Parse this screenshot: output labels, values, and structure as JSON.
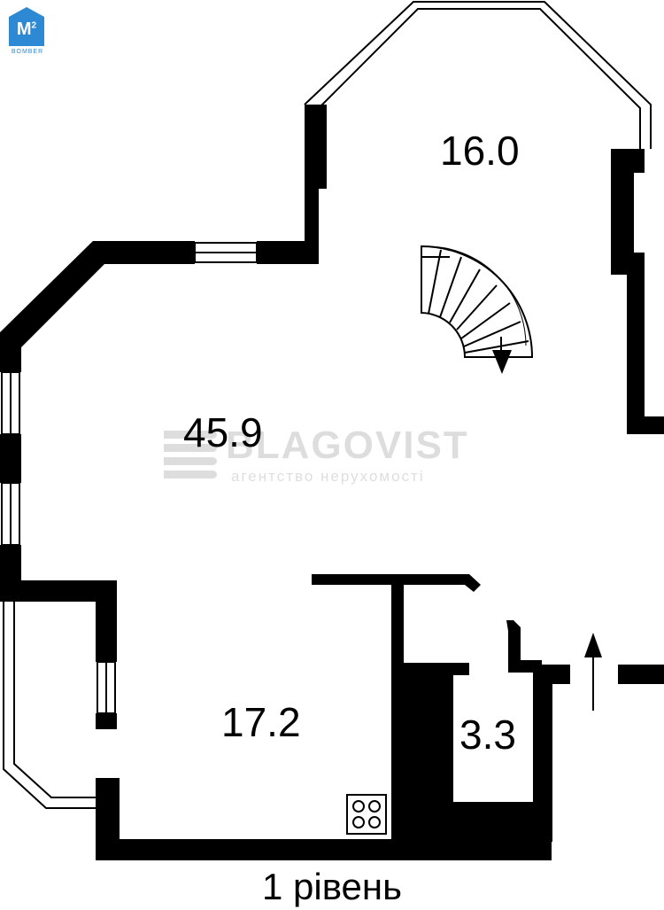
{
  "logo": {
    "mark": "M",
    "sup": "2",
    "text": "BOMBER"
  },
  "watermark": {
    "title": "BLAGOVIST",
    "subtitle": "агентство нерухомості"
  },
  "rooms": {
    "top_right": "16.0",
    "main": "45.9",
    "kitchen": "17.2",
    "bathroom": "3.3"
  },
  "level_label": "1 рівень",
  "icons": {
    "stair": "spiral-staircase-icon",
    "entrance": "entrance-arrow-icon",
    "stove": "stove-icon"
  },
  "colors": {
    "walls": "#000000",
    "background": "#ffffff",
    "logo": "#2e89d4"
  }
}
